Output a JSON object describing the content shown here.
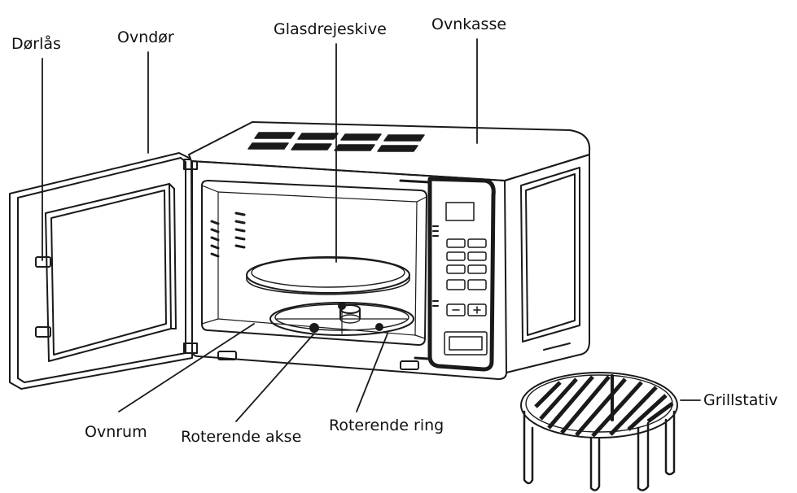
{
  "diagram": {
    "labels": {
      "door_lock": "Dørlås",
      "oven_door": "Ovndør",
      "glass_turntable": "Glasdrejeskive",
      "oven_case": "Ovnkasse",
      "grill_rack": "Grillstativ",
      "oven_cavity": "Ovnrum",
      "rotating_shaft": "Roterende akse",
      "rotating_ring": "Roterende ring"
    },
    "colors": {
      "line": "#1a1a1a",
      "background": "#ffffff"
    }
  }
}
